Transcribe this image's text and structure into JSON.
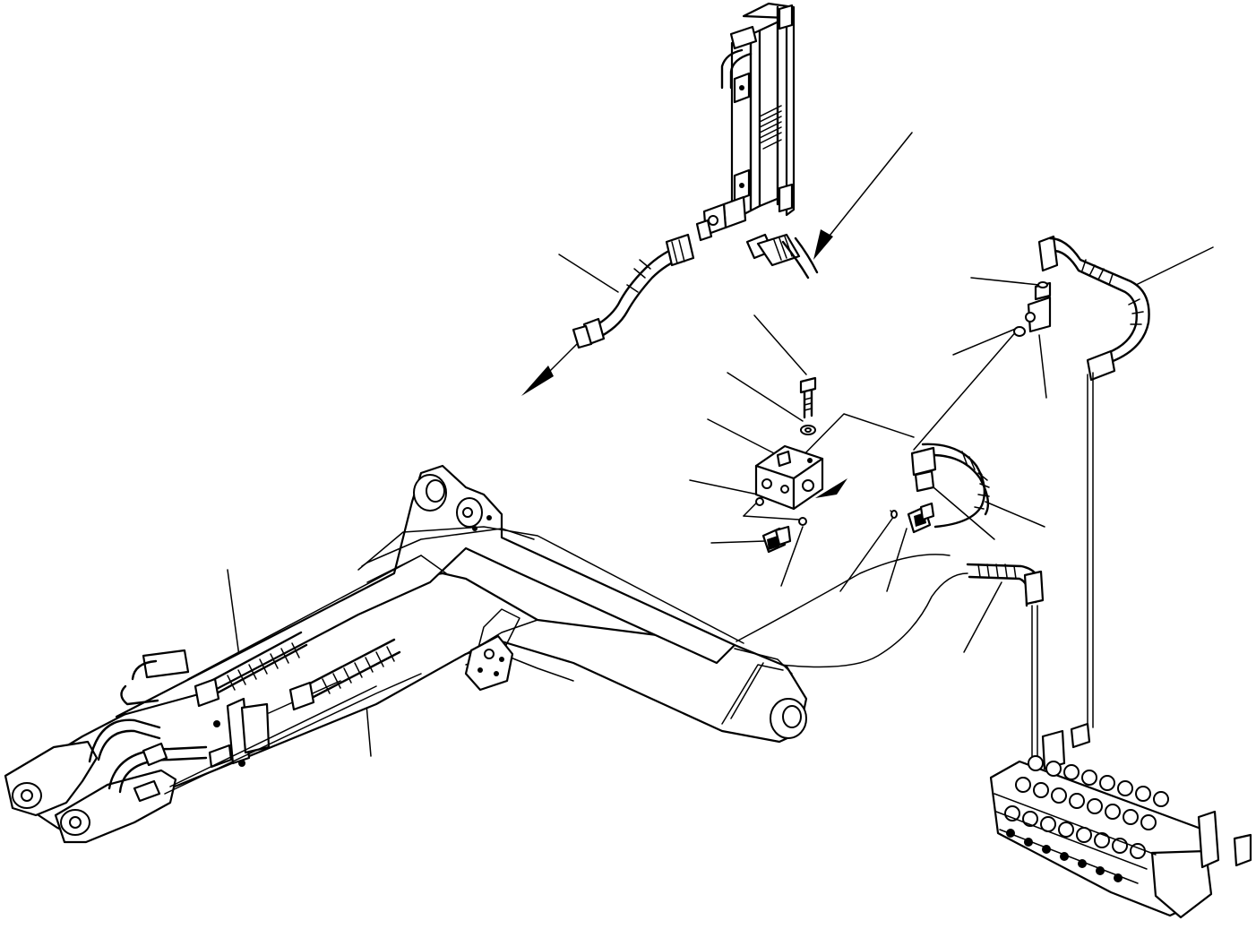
{
  "diagram": {
    "labels": [],
    "colors": {
      "ink": "#000000",
      "paper": "#ffffff"
    },
    "components": [
      "oil-cooler",
      "cooler-hose",
      "return-hose",
      "valve-block",
      "bolt",
      "washer",
      "plug",
      "elbow-fitting",
      "connecting-hose",
      "control-valve",
      "boom",
      "boom-cylinder-hoses"
    ]
  }
}
